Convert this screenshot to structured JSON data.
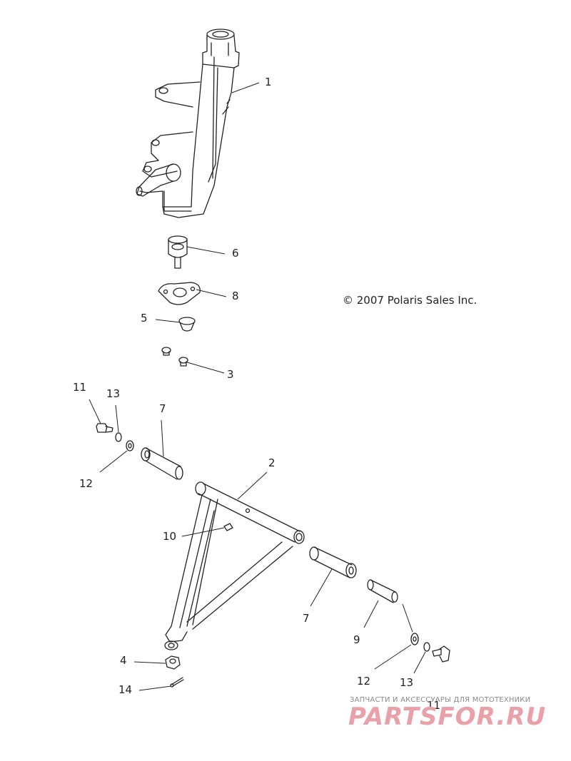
{
  "copyright": "© 2007 Polaris Sales Inc.",
  "callouts": [
    {
      "id": "c1",
      "text": "1"
    },
    {
      "id": "c6",
      "text": "6"
    },
    {
      "id": "c8",
      "text": "8"
    },
    {
      "id": "c5",
      "text": "5"
    },
    {
      "id": "c3",
      "text": "3"
    },
    {
      "id": "c11a",
      "text": "11"
    },
    {
      "id": "c13a",
      "text": "13"
    },
    {
      "id": "c7a",
      "text": "7"
    },
    {
      "id": "c12a",
      "text": "12"
    },
    {
      "id": "c2",
      "text": "2"
    },
    {
      "id": "c10",
      "text": "10"
    },
    {
      "id": "c7b",
      "text": "7"
    },
    {
      "id": "c9",
      "text": "9"
    },
    {
      "id": "c4",
      "text": "4"
    },
    {
      "id": "c14",
      "text": "14"
    },
    {
      "id": "c12b",
      "text": "12"
    },
    {
      "id": "c13b",
      "text": "13"
    },
    {
      "id": "c11b",
      "text": "11"
    }
  ],
  "watermark": {
    "subtitle": "ЗАПЧАСТИ И АКСЕССУАРЫ ДЛЯ МОТОТЕХНИКИ",
    "brand": "PARTSFOR.RU",
    "color": "#e9a0a8"
  }
}
